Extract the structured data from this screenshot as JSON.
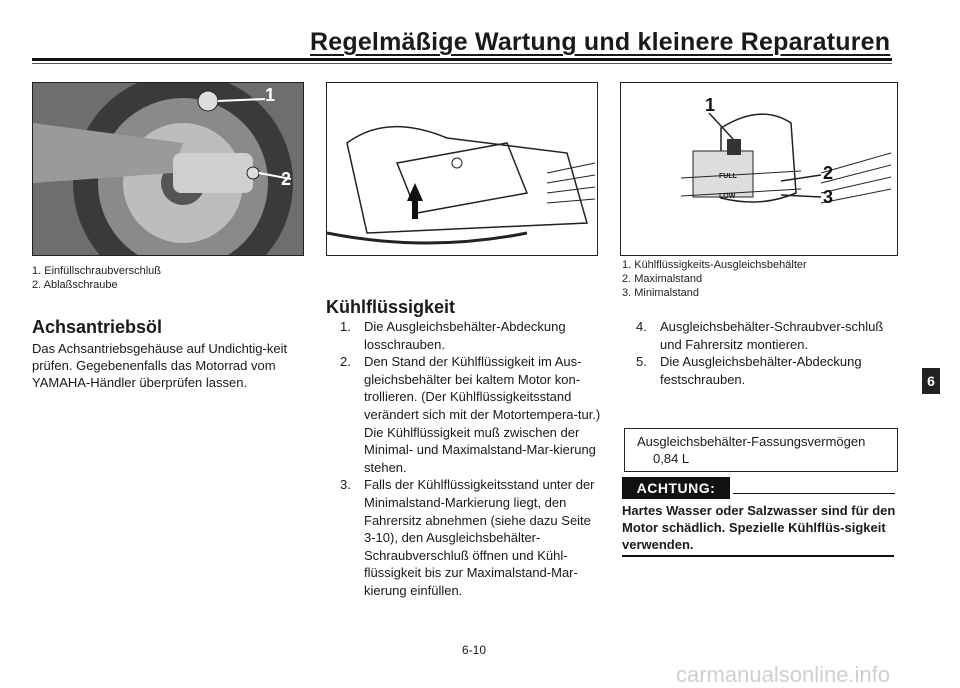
{
  "header": {
    "title": "Regelmäßige Wartung und kleinere Reparaturen"
  },
  "figure1": {
    "callouts": [
      "1",
      "2"
    ],
    "captions": [
      "1. Einfüllschraubverschluß",
      "2. Ablaßschraube"
    ]
  },
  "figure2": {},
  "figure3": {
    "callouts": [
      "1",
      "2",
      "3"
    ],
    "labels": {
      "full": "FULL",
      "low": "LOW"
    },
    "captions": [
      "1. Kühlflüssigkeits-Ausgleichsbehälter",
      "2. Maximalstand",
      "3. Minimalstand"
    ]
  },
  "achsantrieb": {
    "heading": "Achsantriebsöl",
    "text": "Das Achsantriebsgehäuse auf Undichtig-keit prüfen. Gegebenenfalls das Motorrad vom YAMAHA-Händler überprüfen lassen."
  },
  "kuehl": {
    "heading": "Kühlflüssigkeit",
    "steps": [
      {
        "num": "1.",
        "text": "Die Ausgleichsbehälter-Abdeckung losschrauben."
      },
      {
        "num": "2.",
        "text": "Den Stand der Kühlflüssigkeit im Aus-gleichsbehälter bei kaltem Motor kon-trollieren. (Der Kühlflüssigkeitsstand verändert sich mit der Motortempera-tur.) Die Kühlflüssigkeit muß zwischen der Minimal- und Maximalstand-Mar-kierung stehen."
      },
      {
        "num": "3.",
        "text": "Falls der Kühlflüssigkeitsstand unter der Minimalstand-Markierung liegt, den Fahrersitz abnehmen (siehe dazu Seite 3-10), den Ausgleichsbehälter-Schraubverschluß öffnen und Kühl-flüssigkeit bis zur Maximalstand-Mar-kierung einfüllen."
      },
      {
        "num": "4.",
        "text": "Ausgleichsbehälter-Schraubver-schluß und Fahrersitz montieren."
      },
      {
        "num": "5.",
        "text": "Die Ausgleichsbehälter-Abdeckung festschrauben."
      }
    ],
    "capacity": {
      "label": "Ausgleichsbehälter-Fassungsvermögen",
      "value": "0,84 L"
    }
  },
  "warning": {
    "badge": "ACHTUNG:",
    "text": "Hartes Wasser oder Salzwasser sind für den Motor schädlich. Spezielle Kühlflüs-sigkeit verwenden."
  },
  "section_tab": "6",
  "page_number": "6-10",
  "watermark": "carmanualsonline.info"
}
